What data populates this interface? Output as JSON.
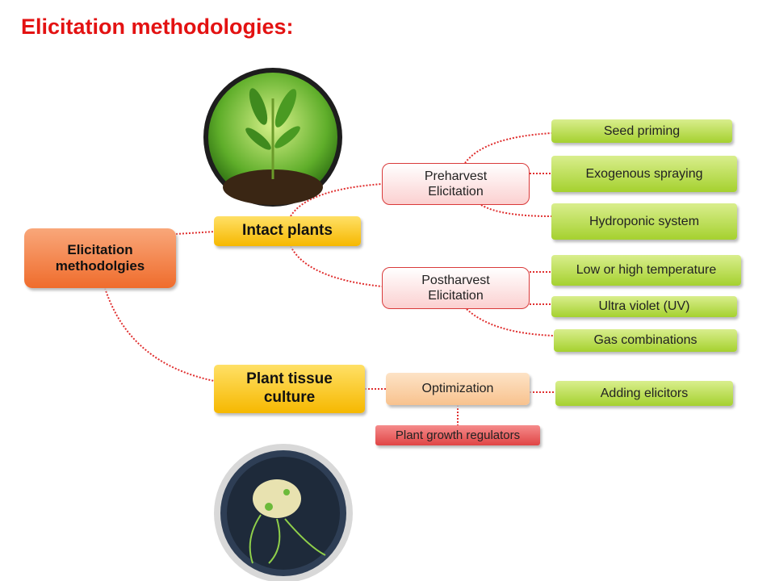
{
  "title": "Elicitation methodologies:",
  "root": "Elicitation methodolgies",
  "branches": {
    "intact": "Intact plants",
    "tissue": "Plant tissue culture"
  },
  "preharvest": {
    "label": "Preharvest Elicitation",
    "items": [
      "Seed priming",
      "Exogenous spraying",
      "Hydroponic system"
    ]
  },
  "postharvest": {
    "label": "Postharvest Elicitation",
    "items": [
      "Low or high temperature",
      "Ultra violet (UV)",
      "Gas combinations"
    ]
  },
  "optimization": {
    "label": "Optimization",
    "right": "Adding elicitors",
    "below": "Plant growth regulators"
  }
}
